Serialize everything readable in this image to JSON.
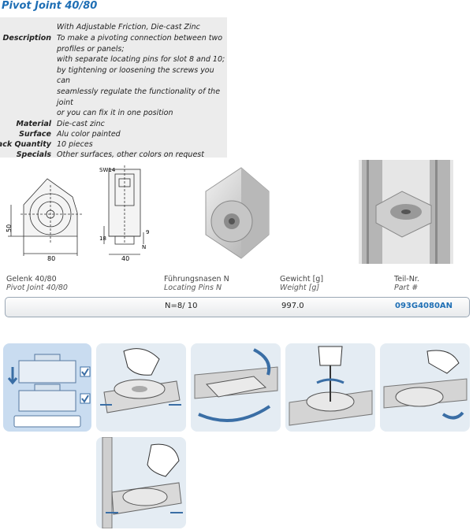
{
  "title": "Pivot Joint 40/80",
  "specs": [
    {
      "label": "",
      "lines": [
        "With Adjustable Friction, Die-cast Zinc"
      ]
    },
    {
      "label": "Description",
      "lines": [
        "To make a pivoting connection between two",
        "profiles or panels;",
        "with separate locating pins for slot 8 and 10;",
        "by tightening or loosening the screws you can",
        "seamlessly regulate the functionality of the joint",
        "or you can fix it in one position"
      ]
    },
    {
      "label": "Material",
      "lines": [
        "Die-cast zinc"
      ]
    },
    {
      "label": "Surface",
      "lines": [
        "Alu color painted"
      ]
    },
    {
      "label": "Pack Quantity",
      "lines": [
        "10 pieces"
      ]
    },
    {
      "label": "Specials",
      "lines": [
        "Other surfaces, other colors on request"
      ]
    }
  ],
  "dimensions": {
    "d50": "50",
    "d80": "80",
    "sw": "SW14",
    "d18": "18",
    "d9": "9",
    "d40": "40",
    "n": "N"
  },
  "table": {
    "headers": [
      {
        "de": "Gelenk 40/80",
        "en": "Pivot Joint 40/80"
      },
      {
        "de": "Führungsnasen N",
        "en": "Locating Pins N"
      },
      {
        "de": "Gewicht [g]",
        "en": "Weight [g]"
      },
      {
        "de": "Teil-Nr.",
        "en": "Part #"
      }
    ],
    "row": {
      "pins": "N=8/ 10",
      "weight": "997.0",
      "part": "093G4080AN"
    }
  },
  "colors": {
    "accent": "#1f6fb5",
    "panel_blue": "#c9dcf0",
    "spec_bg": "#ececec"
  }
}
